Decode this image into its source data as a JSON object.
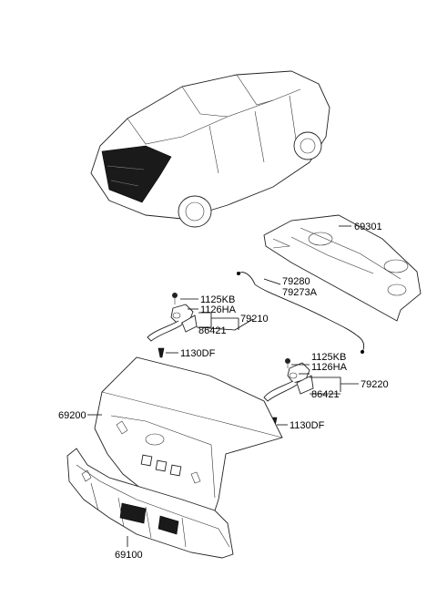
{
  "labels": {
    "p69301": "69301",
    "p79280": "79280",
    "p79273A": "79273A",
    "p1125KB_a": "1125KB",
    "p1126HA_a": "1126HA",
    "p79210": "79210",
    "p86421_a": "86421",
    "p1130DF_a": "1130DF",
    "p1125KB_b": "1125KB",
    "p1126HA_b": "1126HA",
    "p79220": "79220",
    "p86421_b": "86421",
    "p69200": "69200",
    "p1130DF_b": "1130DF",
    "p69100": "69100"
  }
}
